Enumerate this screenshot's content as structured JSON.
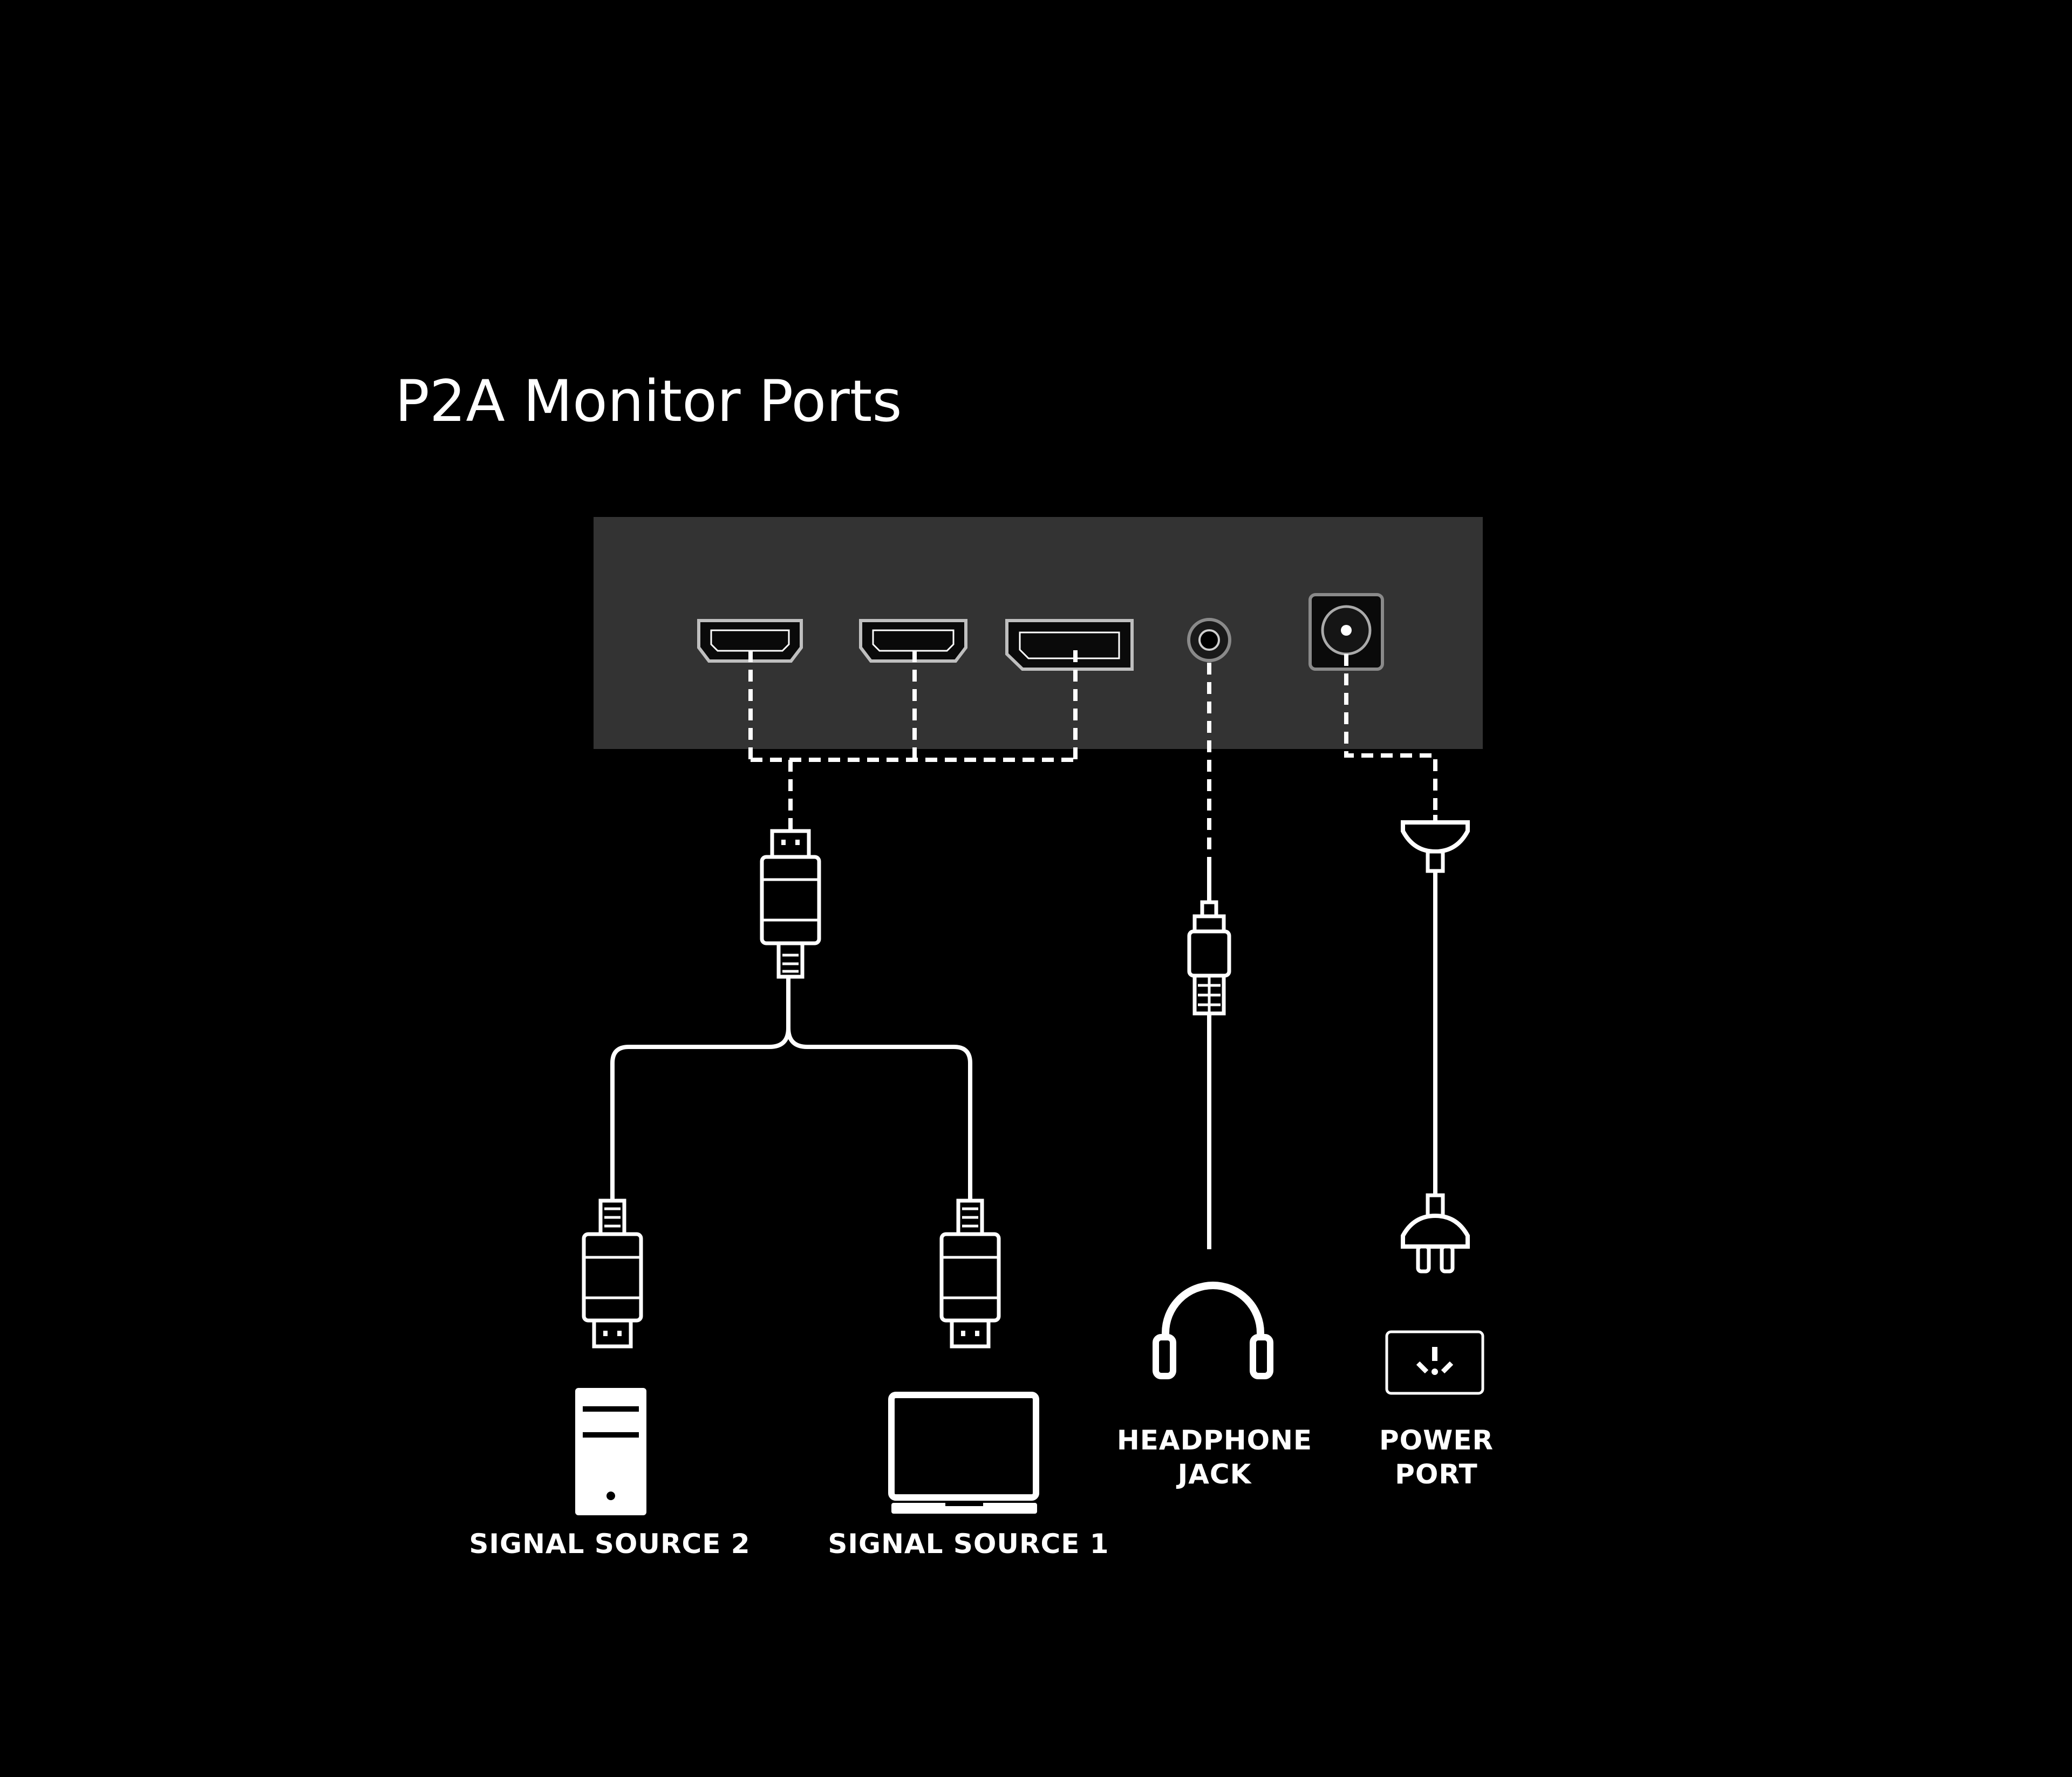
{
  "title": "P2A Monitor Ports",
  "colors": {
    "background": "#000000",
    "panel": "#333333",
    "line": "#ffffff"
  },
  "panel": {
    "ports": [
      {
        "icon": "hdmi-port-icon"
      },
      {
        "icon": "hdmi-port-icon"
      },
      {
        "icon": "displayport-icon"
      },
      {
        "icon": "audio-jack-port-icon"
      },
      {
        "icon": "dc-power-port-icon"
      }
    ]
  },
  "devices": {
    "signal_source_2": {
      "label": "SIGNAL SOURCE 2",
      "icon": "desktop-tower-icon"
    },
    "signal_source_1": {
      "label": "SIGNAL SOURCE 1",
      "icon": "laptop-icon"
    },
    "headphone_jack": {
      "line1": "HEADPHONE",
      "line2": "JACK",
      "icon": "headphones-icon"
    },
    "power_port": {
      "line1": "POWER",
      "line2": "PORT",
      "icon": "power-outlet-icon"
    }
  }
}
